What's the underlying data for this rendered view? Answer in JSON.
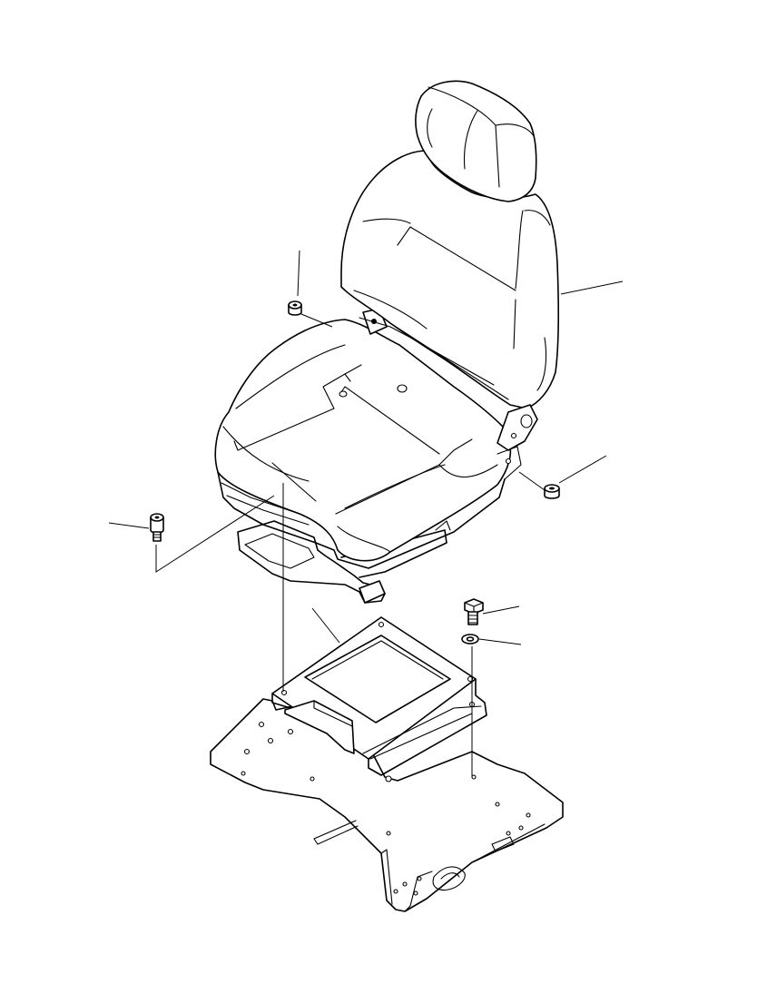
{
  "drawing": {
    "background": "#ffffff",
    "line_color": "#000000"
  },
  "parts": [
    {
      "name": "seat-assembly",
      "icon": "seat-icon"
    },
    {
      "name": "seat-mounting-bracket",
      "icon": "bracket-icon"
    },
    {
      "name": "floor-plate",
      "icon": "plate-icon"
    },
    {
      "name": "spacer-collar-left",
      "icon": "collar-icon"
    },
    {
      "name": "spacer-collar-right",
      "icon": "collar-icon"
    },
    {
      "name": "cap-screw",
      "icon": "bolt-icon"
    },
    {
      "name": "hex-bolt",
      "icon": "bolt-icon"
    },
    {
      "name": "washer",
      "icon": "washer-icon"
    }
  ]
}
